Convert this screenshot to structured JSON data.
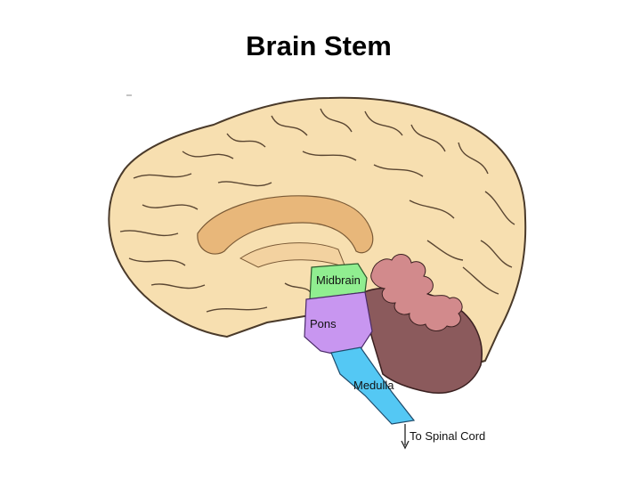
{
  "title": "Brain Stem",
  "labels": {
    "midbrain": "Midbrain",
    "pons": "Pons",
    "medulla": "Medulla",
    "spinal_cord": "To Spinal Cord"
  },
  "colors": {
    "cerebrum": "#f7dfb0",
    "cerebrum_outline": "#4a3a2a",
    "corpus_callosum": "#e8b77a",
    "midbrain": "#90ee90",
    "pons": "#c896f0",
    "medulla": "#54c8f4",
    "cerebellum_dark": "#8b5a5c",
    "cerebellum_light": "#d28a8c"
  }
}
